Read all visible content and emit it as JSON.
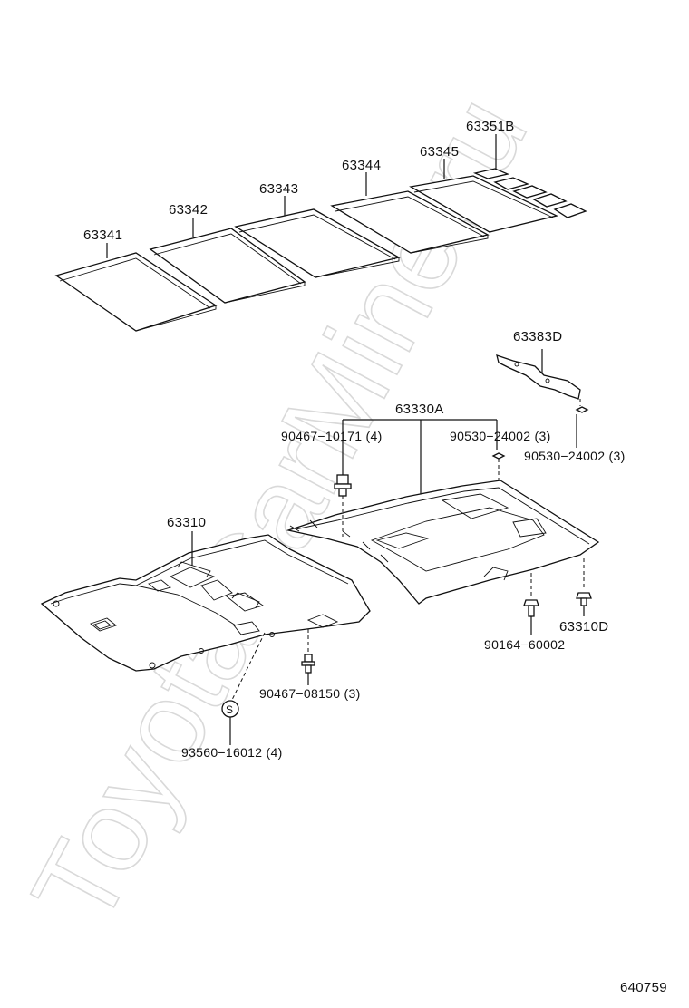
{
  "watermark": "ToyotaCarMine.ru",
  "diagram_id": "640759",
  "labels": {
    "p63341": "63341",
    "p63342": "63342",
    "p63343": "63343",
    "p63344": "63344",
    "p63345": "63345",
    "p63351B": "63351B",
    "p63383D": "63383D",
    "p63330A": "63330A",
    "p9046710171": "90467−10171 (4)",
    "p9053024002a": "90530−24002 (3)",
    "p9053024002b": "90530−24002 (3)",
    "p63310": "63310",
    "p63310D": "63310D",
    "p9016460002": "90164−60002",
    "p9046708150": "90467−08150 (3)",
    "p9356016012": "93560−16012 (4)",
    "s_marker": "S"
  }
}
